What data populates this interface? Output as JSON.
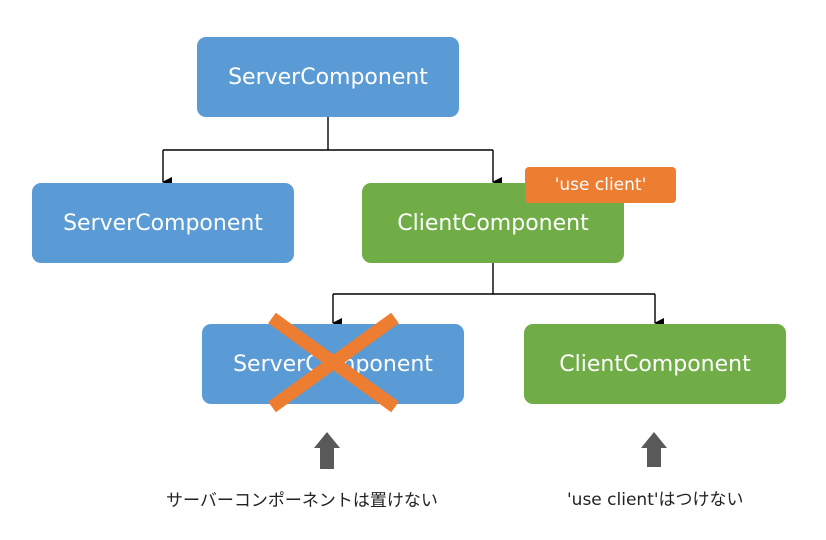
{
  "nodes": {
    "root": {
      "label": "ServerComponent"
    },
    "left": {
      "label": "ServerComponent"
    },
    "client": {
      "label": "ClientComponent"
    },
    "forbidden_server": {
      "label": "ServerComponent"
    },
    "child_client": {
      "label": "ClientComponent"
    }
  },
  "badge": {
    "label": "'use client'"
  },
  "captions": {
    "left": "サーバーコンポーネントは置けない",
    "right": "'use client'はつけない"
  },
  "colors": {
    "server": "#5b9bd5",
    "client": "#70ad47",
    "badge": "#ed7d31",
    "cross": "#ed7d31",
    "arrow": "#595959"
  }
}
